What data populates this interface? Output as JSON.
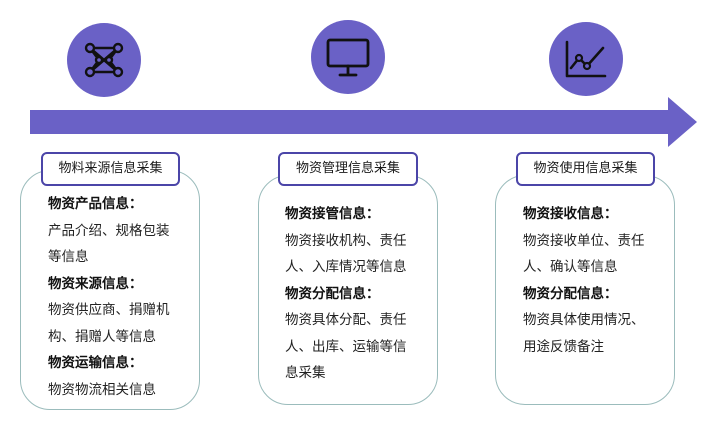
{
  "colors": {
    "accent": "#6a61c6",
    "title_border": "#4b45a8",
    "card_border": "#9bbcbc"
  },
  "stages": [
    {
      "icon": "network-icon",
      "title": "物料来源信息采集",
      "lines": [
        {
          "text": "物资产品信息：",
          "bold": true
        },
        {
          "text": "产品介绍、规格包装",
          "bold": false
        },
        {
          "text": "等信息",
          "bold": false
        },
        {
          "text": "物资来源信息：",
          "bold": true
        },
        {
          "text": "物资供应商、捐赠机",
          "bold": false
        },
        {
          "text": "构、捐赠人等信息",
          "bold": false
        },
        {
          "text": "物资运输信息：",
          "bold": true
        },
        {
          "text": "物资物流相关信息",
          "bold": false
        }
      ]
    },
    {
      "icon": "monitor-icon",
      "title": "物资管理信息采集",
      "lines": [
        {
          "text": "物资接管信息：",
          "bold": true
        },
        {
          "text": "物资接收机构、责任",
          "bold": false
        },
        {
          "text": "人、入库情况等信息",
          "bold": false
        },
        {
          "text": "物资分配信息：",
          "bold": true
        },
        {
          "text": "物资具体分配、责任",
          "bold": false
        },
        {
          "text": "人、出库、运输等信",
          "bold": false
        },
        {
          "text": "息采集",
          "bold": false
        }
      ]
    },
    {
      "icon": "line-chart-icon",
      "title": "物资使用信息采集",
      "lines": [
        {
          "text": "物资接收信息：",
          "bold": true
        },
        {
          "text": "物资接收单位、责任",
          "bold": false
        },
        {
          "text": "人、确认等信息",
          "bold": false
        },
        {
          "text": "物资分配信息：",
          "bold": true
        },
        {
          "text": "物资具体使用情况、",
          "bold": false
        },
        {
          "text": "用途反馈备注",
          "bold": false
        }
      ]
    }
  ]
}
